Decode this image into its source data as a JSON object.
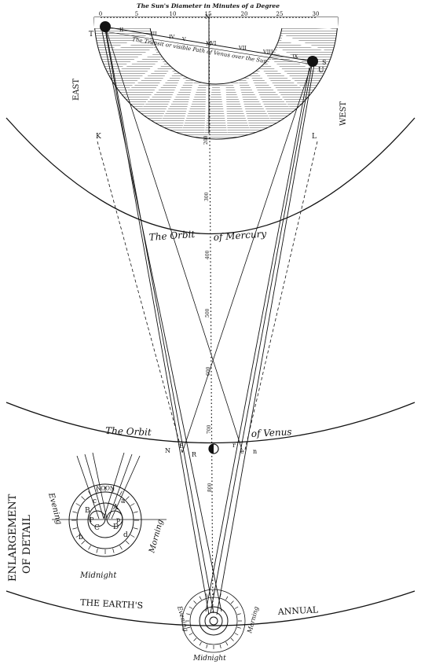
{
  "title": "The Sun's Diameter in Minutes of a Degree",
  "scale_ticks": [
    "0",
    "5",
    "10",
    "15",
    "20",
    "25",
    "30"
  ],
  "hour_marks": [
    "II",
    "III",
    "IV",
    "V",
    "VI",
    "VII",
    "VIII",
    "IX"
  ],
  "transit_path_label": "The Transit or visible Path of Venus over the Sun",
  "points": {
    "t": "T",
    "u": "U",
    "n_top": "N",
    "s": "S",
    "k": "K",
    "l": "L",
    "m": "M",
    "r": "R",
    "n_orbit": "N",
    "e": "E",
    "r2": "r",
    "e2": "e",
    "n2": "n"
  },
  "sides": {
    "east": "EAST",
    "west": "WEST"
  },
  "distance_labels": [
    "200",
    "300",
    "400",
    "500",
    "600",
    "700",
    "800"
  ],
  "orbits": {
    "mercury_a": "The Orbit",
    "mercury_b": "of Mercury",
    "venus_a": "The Orbit",
    "venus_b": "of Venus",
    "earth_a": "THE EARTH'S",
    "earth_b": "ANNUAL"
  },
  "detail": {
    "heading_a": "ENLARGEMENT",
    "heading_b": "OF DETAIL",
    "evening": "Evening",
    "morning": "Morning",
    "midnight": "Midnight",
    "noon": "NOON",
    "letters": [
      "B",
      "b",
      "C",
      "c",
      "A",
      "d",
      "D",
      "a",
      "P",
      "p"
    ]
  },
  "earth": {
    "evening": "Evening",
    "morning": "Morning",
    "midnight": "Midnight"
  }
}
